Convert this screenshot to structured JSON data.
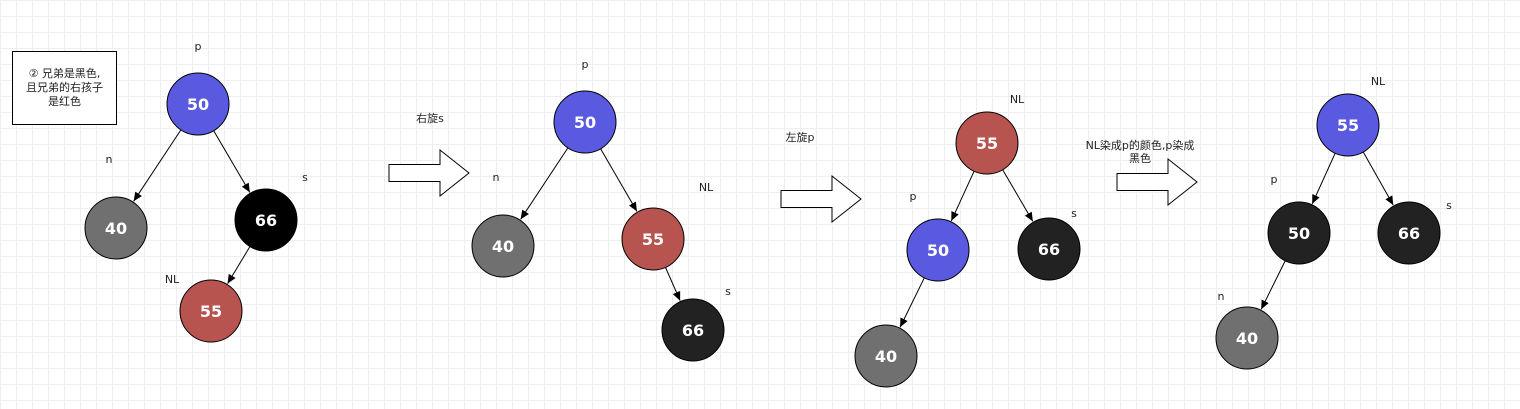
{
  "note": {
    "lines": [
      "② 兄弟是黑色,",
      "且兄弟的右孩子",
      "是红色"
    ]
  },
  "steps": [
    {
      "caption_lines": [
        "右旋s"
      ]
    },
    {
      "caption_lines": [
        "左旋p"
      ]
    },
    {
      "caption_lines": [
        "NL染成p的颜色,p染成",
        "黑色"
      ]
    }
  ],
  "colors": {
    "blue": "#5a5ae0",
    "red": "#b85450",
    "black_root": "#000000",
    "black": "#222222",
    "grey": "#707070"
  },
  "trees": [
    {
      "nodes": [
        {
          "id": "a50",
          "value": "50",
          "color": "blue",
          "tag": "p"
        },
        {
          "id": "a40",
          "value": "40",
          "color": "grey",
          "tag": "n"
        },
        {
          "id": "a66",
          "value": "66",
          "color": "black_root",
          "tag": "s"
        },
        {
          "id": "a55",
          "value": "55",
          "color": "red",
          "tag": "NL"
        }
      ],
      "edges": [
        [
          "a50",
          "a40"
        ],
        [
          "a50",
          "a66"
        ],
        [
          "a66",
          "a55"
        ]
      ]
    },
    {
      "nodes": [
        {
          "id": "b50",
          "value": "50",
          "color": "blue",
          "tag": "p"
        },
        {
          "id": "b40",
          "value": "40",
          "color": "grey",
          "tag": "n"
        },
        {
          "id": "b55",
          "value": "55",
          "color": "red",
          "tag": "NL"
        },
        {
          "id": "b66",
          "value": "66",
          "color": "black",
          "tag": "s"
        }
      ],
      "edges": [
        [
          "b50",
          "b40"
        ],
        [
          "b50",
          "b55"
        ],
        [
          "b55",
          "b66"
        ]
      ]
    },
    {
      "nodes": [
        {
          "id": "c55",
          "value": "55",
          "color": "red",
          "tag": "NL"
        },
        {
          "id": "c50",
          "value": "50",
          "color": "blue",
          "tag": "p"
        },
        {
          "id": "c66",
          "value": "66",
          "color": "black",
          "tag": "s"
        },
        {
          "id": "c40",
          "value": "40",
          "color": "grey",
          "tag": ""
        }
      ],
      "edges": [
        [
          "c55",
          "c50"
        ],
        [
          "c55",
          "c66"
        ],
        [
          "c50",
          "c40"
        ]
      ]
    },
    {
      "nodes": [
        {
          "id": "d55",
          "value": "55",
          "color": "blue",
          "tag": "NL"
        },
        {
          "id": "d50",
          "value": "50",
          "color": "black",
          "tag": "p"
        },
        {
          "id": "d66",
          "value": "66",
          "color": "black",
          "tag": "s"
        },
        {
          "id": "d40",
          "value": "40",
          "color": "grey",
          "tag": "n"
        }
      ],
      "edges": [
        [
          "d55",
          "d50"
        ],
        [
          "d55",
          "d66"
        ],
        [
          "d50",
          "d40"
        ]
      ]
    }
  ]
}
